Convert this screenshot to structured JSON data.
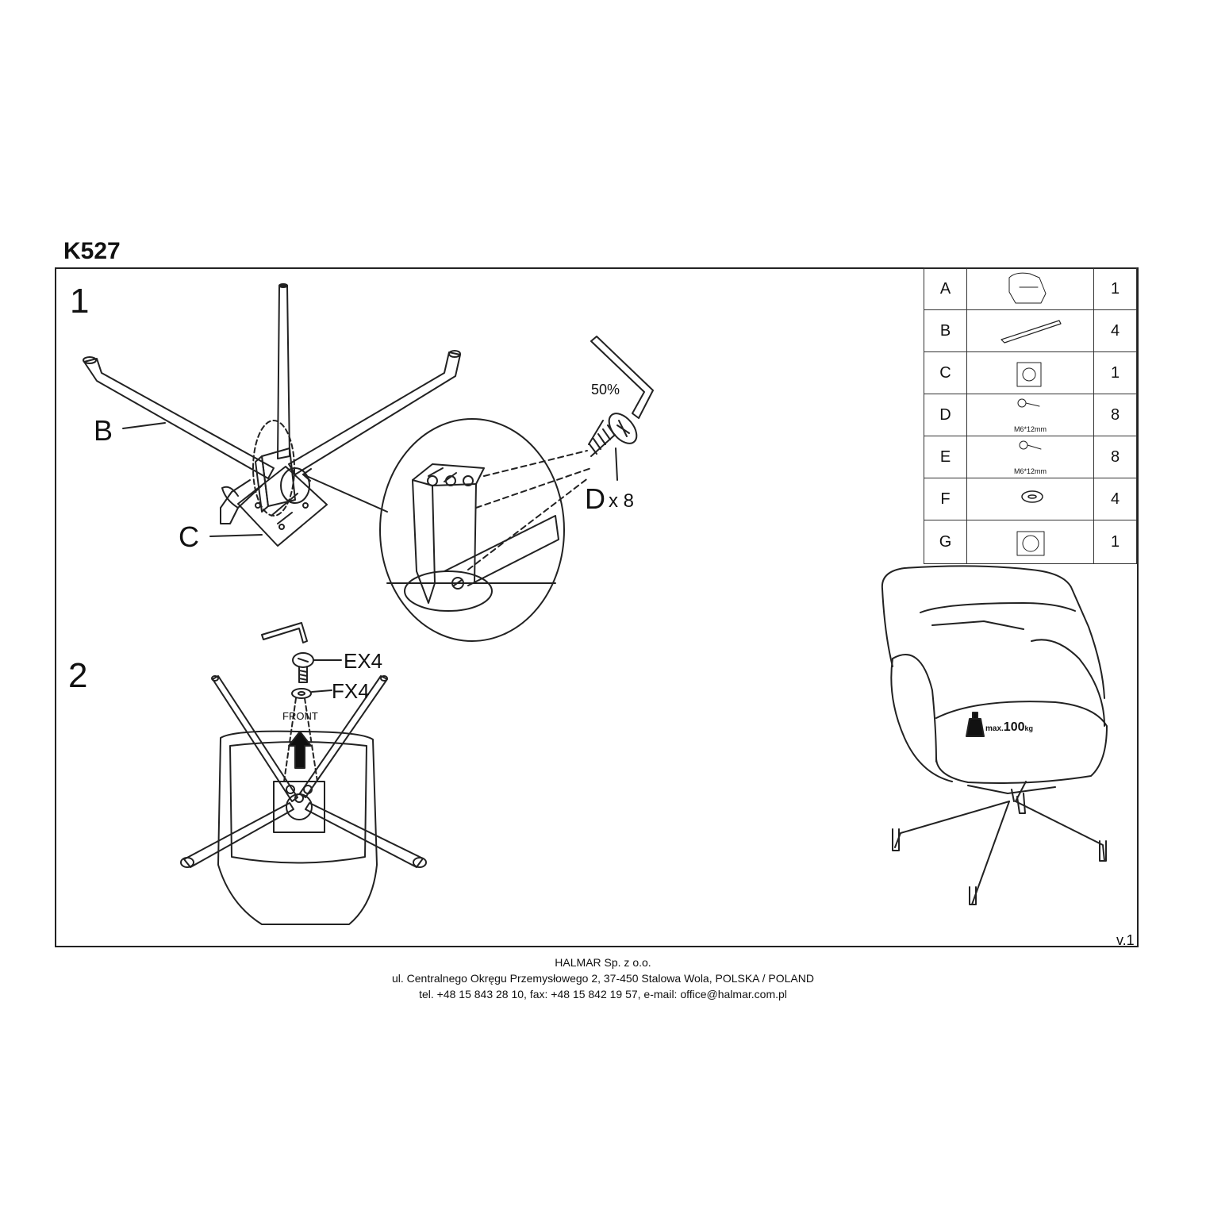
{
  "document": {
    "model": "K527",
    "version": "v.1",
    "steps": [
      "1",
      "2"
    ]
  },
  "step1": {
    "label_b": "B",
    "label_c": "C",
    "label_d": "D",
    "label_dx": "x 8",
    "torque": "50%"
  },
  "step2": {
    "label_e": "EX4",
    "label_f": "FX4",
    "front": "FRONT"
  },
  "parts": [
    {
      "code": "A",
      "icon": "armchair-icon",
      "spec": "",
      "qty": "1"
    },
    {
      "code": "B",
      "icon": "leg-icon",
      "spec": "",
      "qty": "4"
    },
    {
      "code": "C",
      "icon": "mount-plate-icon",
      "spec": "",
      "qty": "1"
    },
    {
      "code": "D",
      "icon": "bolt-icon",
      "spec": "M6*12mm",
      "qty": "8"
    },
    {
      "code": "E",
      "icon": "bolt-icon",
      "spec": "M6*12mm",
      "qty": "8"
    },
    {
      "code": "F",
      "icon": "washer-icon",
      "spec": "",
      "qty": "4"
    },
    {
      "code": "G",
      "icon": "swivel-plate-icon",
      "spec": "",
      "qty": "1"
    }
  ],
  "load": {
    "prefix": "max.",
    "value": "100",
    "unit": "kg"
  },
  "footer": {
    "company": "HALMAR Sp. z o.o.",
    "address": "ul. Centralnego Okręgu Przemysłowego 2, 37-450 Stalowa Wola, POLSKA / POLAND",
    "contact": "tel. +48 15 843 28 10, fax: +48 15 842 19 57, e-mail: office@halmar.com.pl"
  }
}
